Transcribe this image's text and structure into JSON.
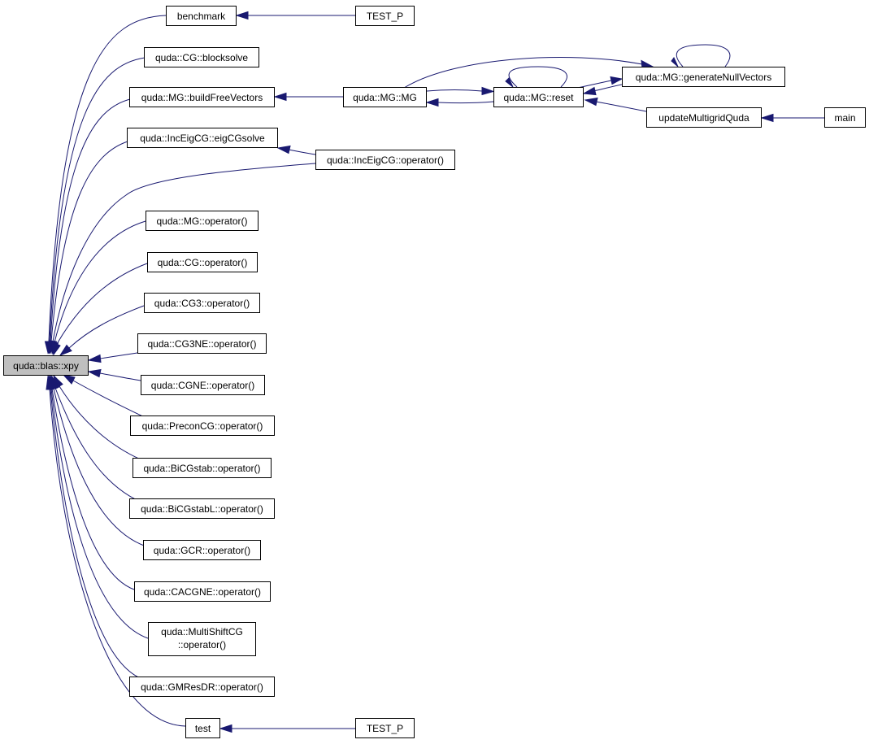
{
  "graph": {
    "root": "quda::blas::xpy",
    "nodes": [
      {
        "id": "xpy",
        "label": "quda::blas::xpy",
        "root": true
      },
      {
        "id": "benchmark",
        "label": "benchmark"
      },
      {
        "id": "testp1",
        "label": "TEST_P"
      },
      {
        "id": "cgblock",
        "label": "quda::CG::blocksolve"
      },
      {
        "id": "buildfree",
        "label": "quda::MG::buildFreeVectors"
      },
      {
        "id": "mgmg",
        "label": "quda::MG::MG"
      },
      {
        "id": "mgreset",
        "label": "quda::MG::reset"
      },
      {
        "id": "gennull",
        "label": "quda::MG::generateNullVectors"
      },
      {
        "id": "updmg",
        "label": "updateMultigridQuda"
      },
      {
        "id": "main",
        "label": "main"
      },
      {
        "id": "eigcg",
        "label": "quda::IncEigCG::eigCGsolve"
      },
      {
        "id": "inceigop",
        "label": "quda::IncEigCG::operator()"
      },
      {
        "id": "mgop",
        "label": "quda::MG::operator()"
      },
      {
        "id": "cgop",
        "label": "quda::CG::operator()"
      },
      {
        "id": "cg3op",
        "label": "quda::CG3::operator()"
      },
      {
        "id": "cg3neop",
        "label": "quda::CG3NE::operator()"
      },
      {
        "id": "cgneop",
        "label": "quda::CGNE::operator()"
      },
      {
        "id": "precop",
        "label": "quda::PreconCG::operator()"
      },
      {
        "id": "bicgop",
        "label": "quda::BiCGstab::operator()"
      },
      {
        "id": "bicglop",
        "label": "quda::BiCGstabL::operator()"
      },
      {
        "id": "gcrop",
        "label": "quda::GCR::operator()"
      },
      {
        "id": "cacgneop",
        "label": "quda::CACGNE::operator()"
      },
      {
        "id": "msop",
        "label": "quda::MultiShiftCG",
        "label2": "::operator()"
      },
      {
        "id": "gmresop",
        "label": "quda::GMResDR::operator()"
      },
      {
        "id": "test",
        "label": "test"
      },
      {
        "id": "testp2",
        "label": "TEST_P"
      }
    ],
    "edges": [
      {
        "from": "testp1",
        "to": "benchmark"
      },
      {
        "from": "mgmg",
        "to": "buildfree"
      },
      {
        "from": "mgmg",
        "to": "mgreset"
      },
      {
        "from": "mgreset",
        "to": "mgmg"
      },
      {
        "from": "mgreset",
        "to": "mgreset"
      },
      {
        "from": "mgreset",
        "to": "gennull"
      },
      {
        "from": "mgmg",
        "to": "gennull"
      },
      {
        "from": "gennull",
        "to": "gennull"
      },
      {
        "from": "gennull",
        "to": "mgreset"
      },
      {
        "from": "updmg",
        "to": "mgreset"
      },
      {
        "from": "main",
        "to": "updmg"
      },
      {
        "from": "inceigop",
        "to": "eigcg"
      },
      {
        "from": "testp2",
        "to": "test"
      },
      {
        "from": "benchmark",
        "to": "xpy"
      },
      {
        "from": "cgblock",
        "to": "xpy"
      },
      {
        "from": "buildfree",
        "to": "xpy"
      },
      {
        "from": "eigcg",
        "to": "xpy"
      },
      {
        "from": "inceigop",
        "to": "xpy"
      },
      {
        "from": "mgop",
        "to": "xpy"
      },
      {
        "from": "cgop",
        "to": "xpy"
      },
      {
        "from": "cg3op",
        "to": "xpy"
      },
      {
        "from": "cg3neop",
        "to": "xpy"
      },
      {
        "from": "cgneop",
        "to": "xpy"
      },
      {
        "from": "precop",
        "to": "xpy"
      },
      {
        "from": "bicgop",
        "to": "xpy"
      },
      {
        "from": "bicglop",
        "to": "xpy"
      },
      {
        "from": "gcrop",
        "to": "xpy"
      },
      {
        "from": "cacgneop",
        "to": "xpy"
      },
      {
        "from": "msop",
        "to": "xpy"
      },
      {
        "from": "gmresop",
        "to": "xpy"
      },
      {
        "from": "test",
        "to": "xpy"
      }
    ]
  },
  "colors": {
    "edge": "#191970",
    "root_fill": "#bfbfbf",
    "node_fill": "#ffffff",
    "node_stroke": "#000000"
  }
}
